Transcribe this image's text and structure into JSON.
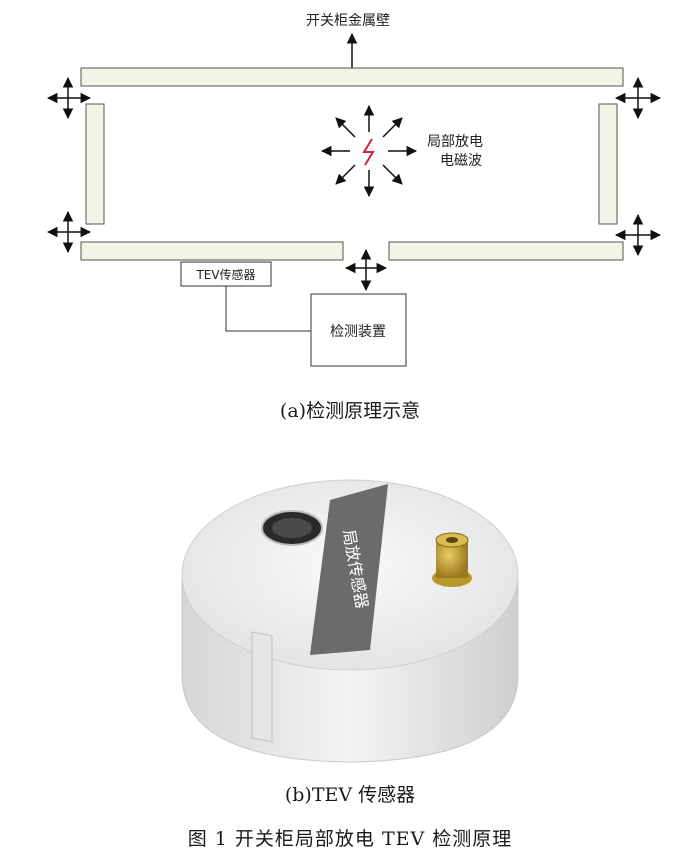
{
  "diagram": {
    "wall_label": "开关柜金属壁",
    "pd_label_line1": "局部放电",
    "pd_label_line2": "电磁波",
    "sensor_box_label": "TEV传感器",
    "device_box_label": "检测装置"
  },
  "sensor_photo": {
    "label_text": "局放传感器"
  },
  "captions": {
    "a": "(a)检测原理示意",
    "b": "(b)TEV 传感器",
    "figure_title": "图 1  开关柜局部放电 TEV 检测原理"
  },
  "colors": {
    "panel_fill": "#f3f3e6",
    "panel_stroke": "#555555",
    "discharge_red": "#d0243c",
    "sensor_body": "#ececec",
    "sensor_band": "#6b6b6b",
    "connector_gold": "#b8962a"
  }
}
